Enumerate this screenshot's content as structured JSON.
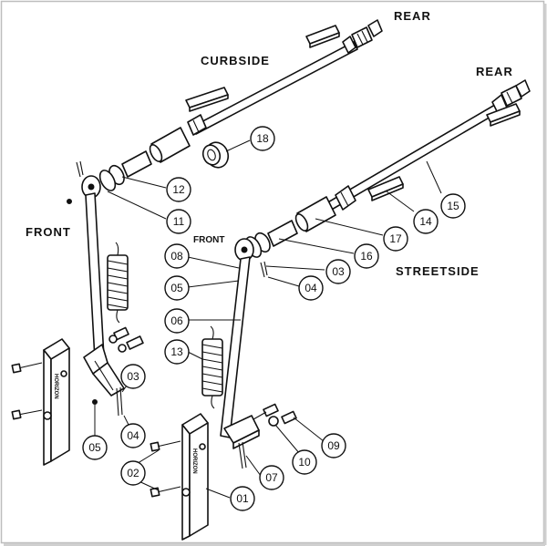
{
  "labels": {
    "rear_top": "REAR",
    "rear_right": "REAR",
    "curbside": "CURBSIDE",
    "front_left": "FRONT",
    "front_small": "FRONT",
    "streetside": "STREETSIDE"
  },
  "callouts": [
    {
      "id": "c18",
      "text": "18"
    },
    {
      "id": "c12",
      "text": "12"
    },
    {
      "id": "c11",
      "text": "11"
    },
    {
      "id": "c15",
      "text": "15"
    },
    {
      "id": "c14",
      "text": "14"
    },
    {
      "id": "c17",
      "text": "17"
    },
    {
      "id": "c16",
      "text": "16"
    },
    {
      "id": "c08",
      "text": "08"
    },
    {
      "id": "c03a",
      "text": "03"
    },
    {
      "id": "c05a",
      "text": "05"
    },
    {
      "id": "c04a",
      "text": "04"
    },
    {
      "id": "c06",
      "text": "06"
    },
    {
      "id": "c13",
      "text": "13"
    },
    {
      "id": "c03b",
      "text": "03"
    },
    {
      "id": "c04b",
      "text": "04"
    },
    {
      "id": "c05b",
      "text": "05"
    },
    {
      "id": "c10",
      "text": "10"
    },
    {
      "id": "c09",
      "text": "09"
    },
    {
      "id": "c02",
      "text": "02"
    },
    {
      "id": "c07",
      "text": "07"
    },
    {
      "id": "c01",
      "text": "01"
    }
  ],
  "stamp_text": "HORIZON"
}
